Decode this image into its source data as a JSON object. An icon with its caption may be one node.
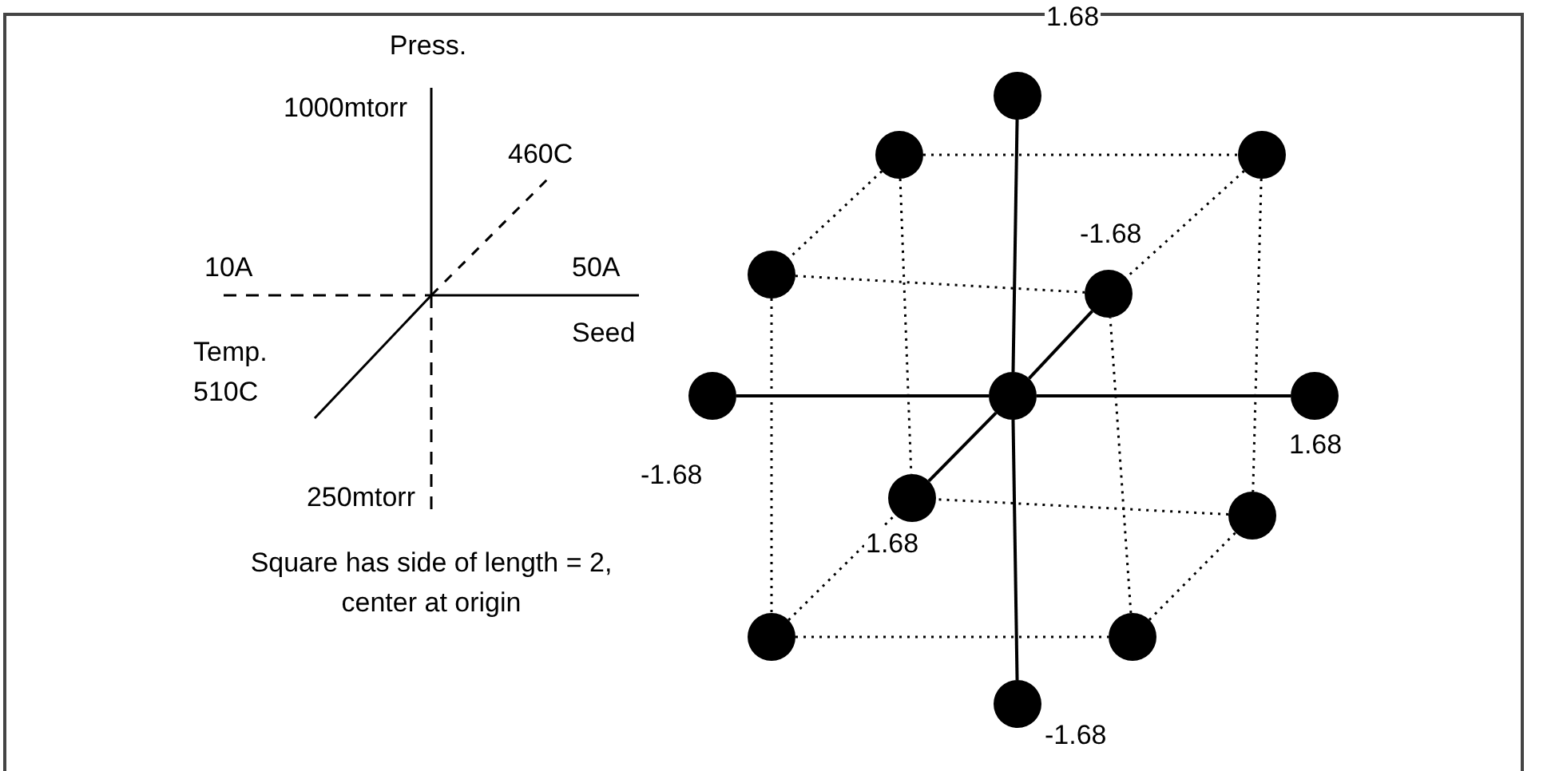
{
  "diagram": {
    "nodes": [
      {
        "text": [],
        "shape": "circle",
        "beside": [
          "1.68"
        ]
      },
      {
        "text": [],
        "shape": "circle"
      },
      {
        "text": [],
        "shape": "circle"
      },
      {
        "text": [],
        "shape": "circle"
      },
      {
        "text": [],
        "shape": "circle",
        "beside": [
          "-1.68"
        ]
      },
      {
        "text": [],
        "shape": "circle",
        "beside": [
          "-1.68"
        ]
      },
      {
        "text": [],
        "shape": "circle"
      },
      {
        "text": [],
        "shape": "circle",
        "beside": [
          "1.68"
        ]
      },
      {
        "text": [],
        "shape": "circle",
        "beside": [
          "1.68"
        ]
      },
      {
        "text": [],
        "shape": "circle"
      },
      {
        "text": [],
        "shape": "circle"
      },
      {
        "text": [],
        "shape": "circle"
      },
      {
        "text": [],
        "shape": "circle",
        "beside": [
          "-1.68"
        ]
      }
    ],
    "edges": [
      {
        "from": 6,
        "to": 0,
        "arrow": "none"
      },
      {
        "from": 6,
        "to": 4,
        "arrow": "none"
      },
      {
        "from": 6,
        "to": 5,
        "arrow": "none"
      },
      {
        "from": 6,
        "to": 7,
        "arrow": "none"
      },
      {
        "from": 6,
        "to": 8,
        "arrow": "none"
      },
      {
        "from": 6,
        "to": 12,
        "arrow": "none"
      },
      {
        "from": 1,
        "to": 2,
        "arrow": "none",
        "style": "dashed"
      },
      {
        "from": 1,
        "to": 3,
        "arrow": "none",
        "style": "dashed"
      },
      {
        "from": 3,
        "to": 10,
        "arrow": "none",
        "style": "dashed"
      },
      {
        "from": 10,
        "to": 11,
        "arrow": "none",
        "style": "dashed"
      },
      {
        "from": 11,
        "to": 9,
        "arrow": "none",
        "style": "dashed"
      },
      {
        "from": 2,
        "to": 9,
        "arrow": "none",
        "style": "dashed"
      },
      {
        "from": 3,
        "to": 4,
        "arrow": "none",
        "style": "dashed"
      },
      {
        "from": 2,
        "to": 4,
        "arrow": "none",
        "style": "dashed"
      },
      {
        "from": 11,
        "to": 4,
        "arrow": "none",
        "style": "dashed"
      },
      {
        "from": 1,
        "to": 8,
        "arrow": "none",
        "style": "dashed"
      },
      {
        "from": 9,
        "to": 8,
        "arrow": "none",
        "style": "dashed"
      },
      {
        "from": 10,
        "to": 8,
        "arrow": "none",
        "style": "dashed"
      }
    ],
    "labels": [
      "Press.",
      "1000mtorr",
      "460C",
      "10A",
      "50A",
      "Seed",
      "Temp.",
      "510C",
      "250mtorr",
      "Square has side of length = 2, center at origin"
    ]
  }
}
